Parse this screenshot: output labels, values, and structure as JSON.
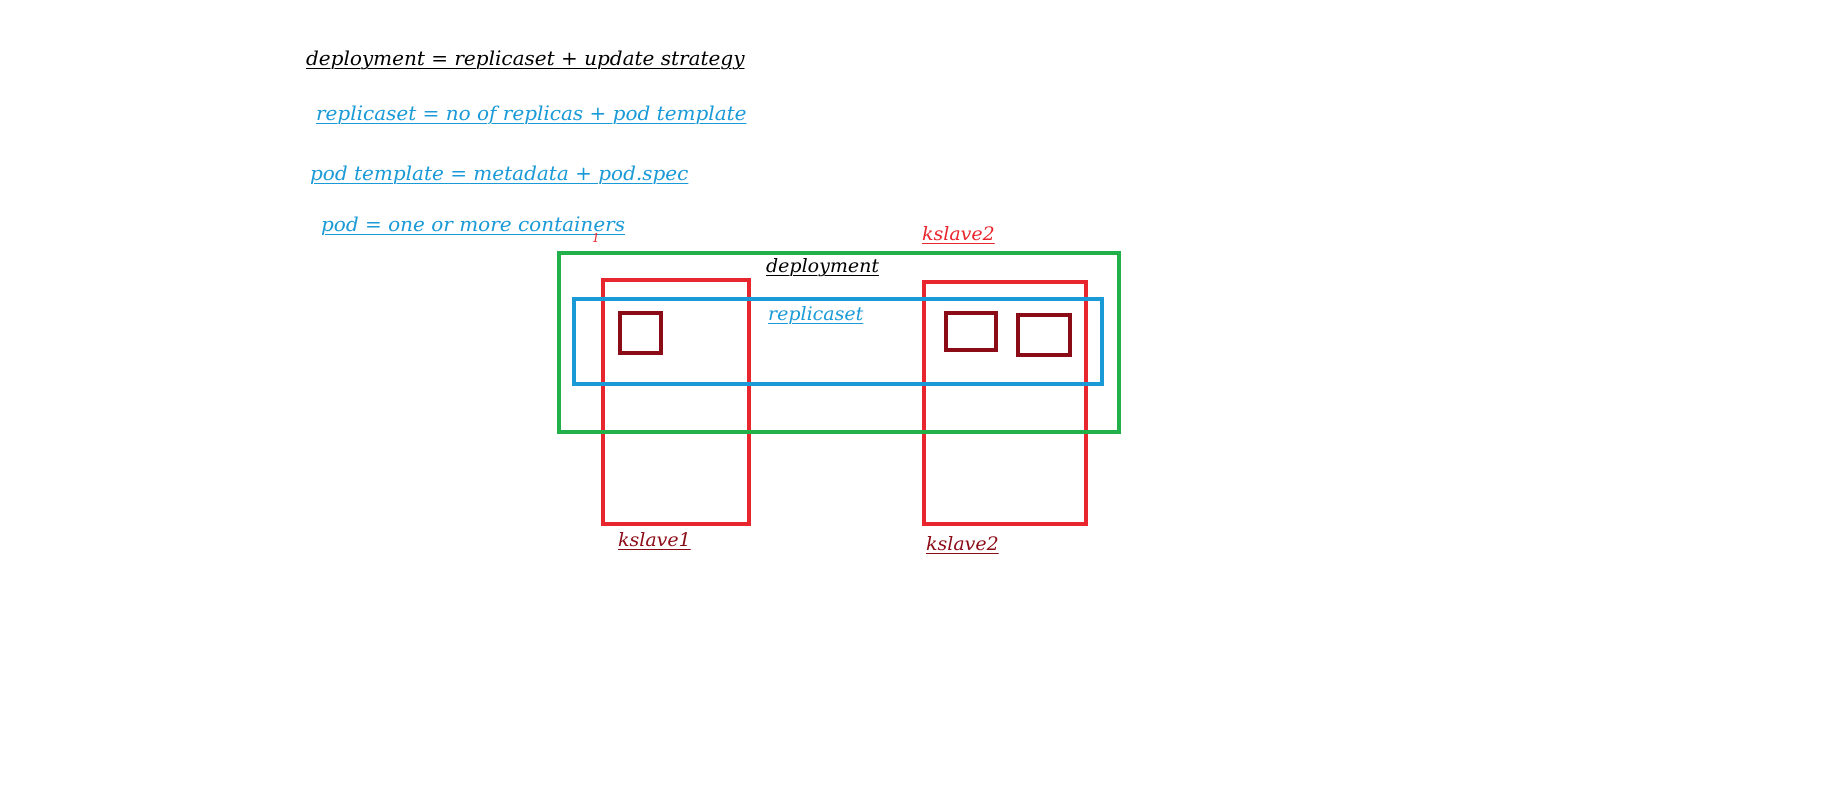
{
  "colors": {
    "black": "#000000",
    "blue": "#1a9ad6",
    "red": "#e8262d",
    "darkred": "#8b0c16",
    "green": "#22b04b"
  },
  "equations": {
    "deployment": "deployment = replicaset + update strategy",
    "replicaset": "replicaset = no of replicas + pod template",
    "pod_template": "pod template = metadata + pod.spec",
    "pod": "pod = one or more containers"
  },
  "diagram": {
    "deployment_label": "deployment",
    "replicaset_label": "replicaset",
    "node1_label": "kslave1",
    "node2_label": "kslave2",
    "node2_top_label": "kslave2",
    "stray_mark": "1"
  }
}
